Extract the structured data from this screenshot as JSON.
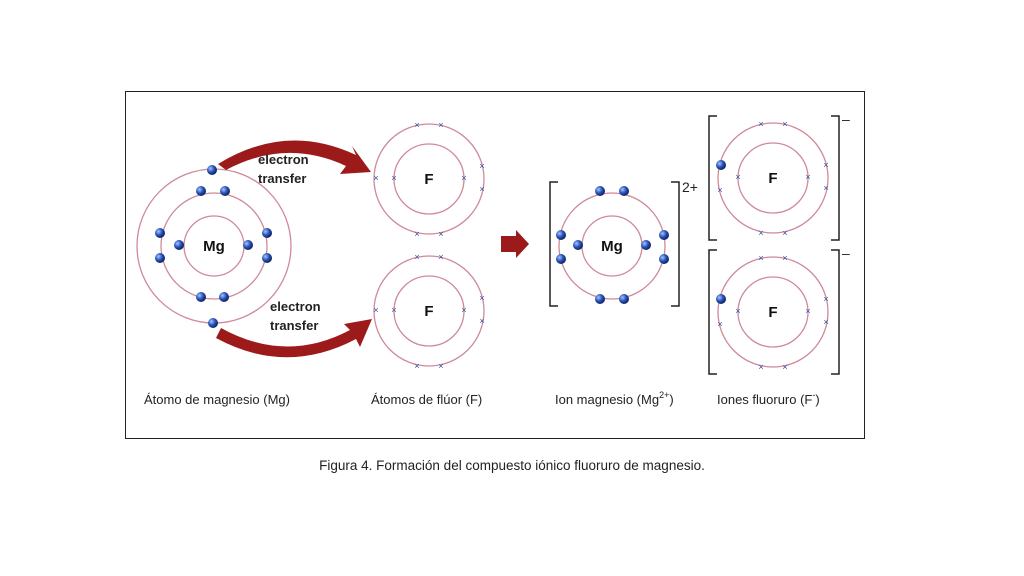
{
  "figure": {
    "caption": "Figura 4. Formación del compuesto iónico fluoruro de magnesio.",
    "labels": {
      "mg_atom": "Átomo de magnesio (Mg)",
      "f_atoms": "Átomos de flúor (F)",
      "mg_ion_prefix": "Ion magnesio (Mg",
      "mg_ion_sup": "2+",
      "mg_ion_suffix": ")",
      "f_ions_prefix": "Iones fluoruro (F",
      "f_ions_sup": "-",
      "f_ions_suffix": ")"
    },
    "transfer_label_line1": "electron",
    "transfer_label_line2": "transfer",
    "symbols": {
      "mg": "Mg",
      "f": "F"
    },
    "charges": {
      "mg_ion": "2+",
      "f_ion": "–"
    },
    "colors": {
      "orbit": "#cf8a98",
      "electron": "#2a54b8",
      "cross": "#2d4fa8",
      "arrow": "#9c1a1a"
    }
  }
}
